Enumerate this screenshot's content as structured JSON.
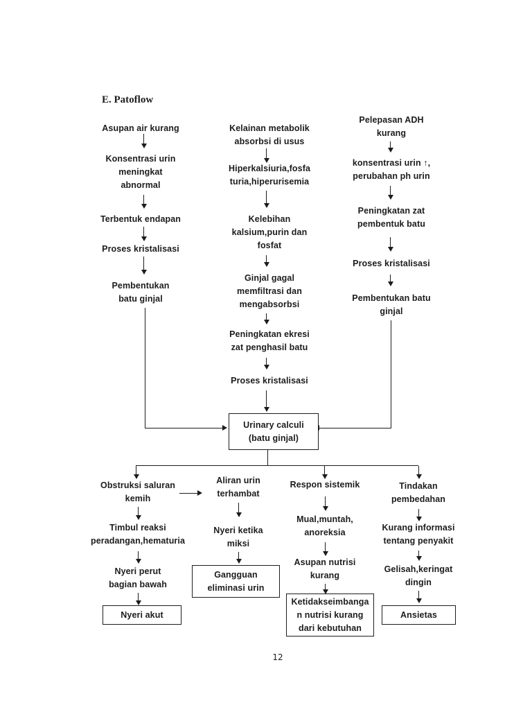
{
  "page": {
    "title": "E. Patoflow",
    "page_number": "12"
  },
  "colors": {
    "ink": "#1c1c1c",
    "background": "#ffffff"
  },
  "flow": {
    "col1": {
      "n1": "Asupan air kurang",
      "n2": "Konsentrasi urin\nmeningkat\nabnormal",
      "n3": "Terbentuk endapan",
      "n4": "Proses kristalisasi",
      "n5": "Pembentukan\nbatu ginjal"
    },
    "col2": {
      "n1": "Kelainan metabolik\nabsorbsi di usus",
      "n2": "Hiperkalsiuria,fosfa\nturia,hiperurisemia",
      "n3": "Kelebihan\nkalsium,purin dan\nfosfat",
      "n4": "Ginjal gagal\nmemfiltrasi dan\nmengabsorbsi",
      "n5": "Peningkatan ekresi\nzat penghasil batu",
      "n6": "Proses kristalisasi"
    },
    "col3": {
      "n1": "Pelepasan ADH\nkurang",
      "n2": "konsentrasi urin ↑,\nperubahan ph urin",
      "n3": "Peningkatan zat\npembentuk batu",
      "n4": "Proses kristalisasi",
      "n5": "Pembentukan batu\nginjal"
    },
    "center_box": "Urinary calculi\n(batu ginjal)",
    "colA": {
      "n1": "Obstruksi saluran\nkemih",
      "n2": "Timbul reaksi\nperadangan,hematuria",
      "n3": "Nyeri perut\nbagian bawah",
      "box": "Nyeri akut"
    },
    "colB": {
      "n1": "Aliran urin\nterhambat",
      "n2": "Nyeri ketika\nmiksi",
      "box": "Gangguan\neliminasi urin"
    },
    "colC": {
      "n1": "Respon sistemik",
      "n2": "Mual,muntah,\nanoreksia",
      "n3": "Asupan nutrisi\nkurang",
      "box": "Ketidakseimbanga\nn nutrisi kurang\ndari kebutuhan"
    },
    "colD": {
      "n1": "Tindakan\npembedahan",
      "n2": "Kurang informasi\ntentang penyakit",
      "n3": "Gelisah,keringat\ndingin",
      "box": "Ansietas"
    }
  }
}
